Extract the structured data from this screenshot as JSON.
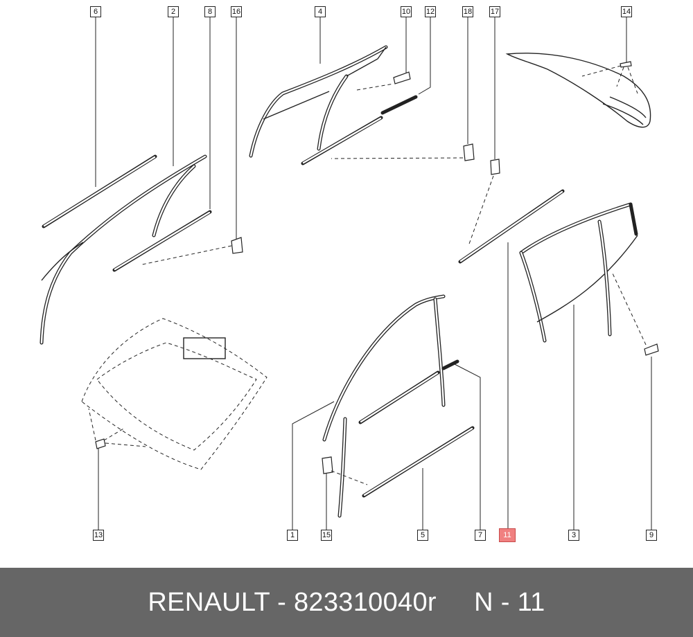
{
  "diagram": {
    "callouts": [
      {
        "label": "6",
        "highlighted": false
      },
      {
        "label": "2",
        "highlighted": false
      },
      {
        "label": "8",
        "highlighted": false
      },
      {
        "label": "16",
        "highlighted": false
      },
      {
        "label": "4",
        "highlighted": false
      },
      {
        "label": "10",
        "highlighted": false
      },
      {
        "label": "12",
        "highlighted": false
      },
      {
        "label": "18",
        "highlighted": false
      },
      {
        "label": "17",
        "highlighted": false
      },
      {
        "label": "14",
        "highlighted": false
      },
      {
        "label": "13",
        "highlighted": false
      },
      {
        "label": "1",
        "highlighted": false
      },
      {
        "label": "15",
        "highlighted": false
      },
      {
        "label": "5",
        "highlighted": false
      },
      {
        "label": "7",
        "highlighted": false
      },
      {
        "label": "11",
        "highlighted": true
      },
      {
        "label": "3",
        "highlighted": false
      },
      {
        "label": "9",
        "highlighted": false
      }
    ],
    "highlight_color": "#f08080"
  },
  "footer": {
    "brand": "RENAULT",
    "part_number": "823310040r",
    "ref": "N - 11",
    "background_color": "#666666",
    "text_color": "#ffffff"
  }
}
